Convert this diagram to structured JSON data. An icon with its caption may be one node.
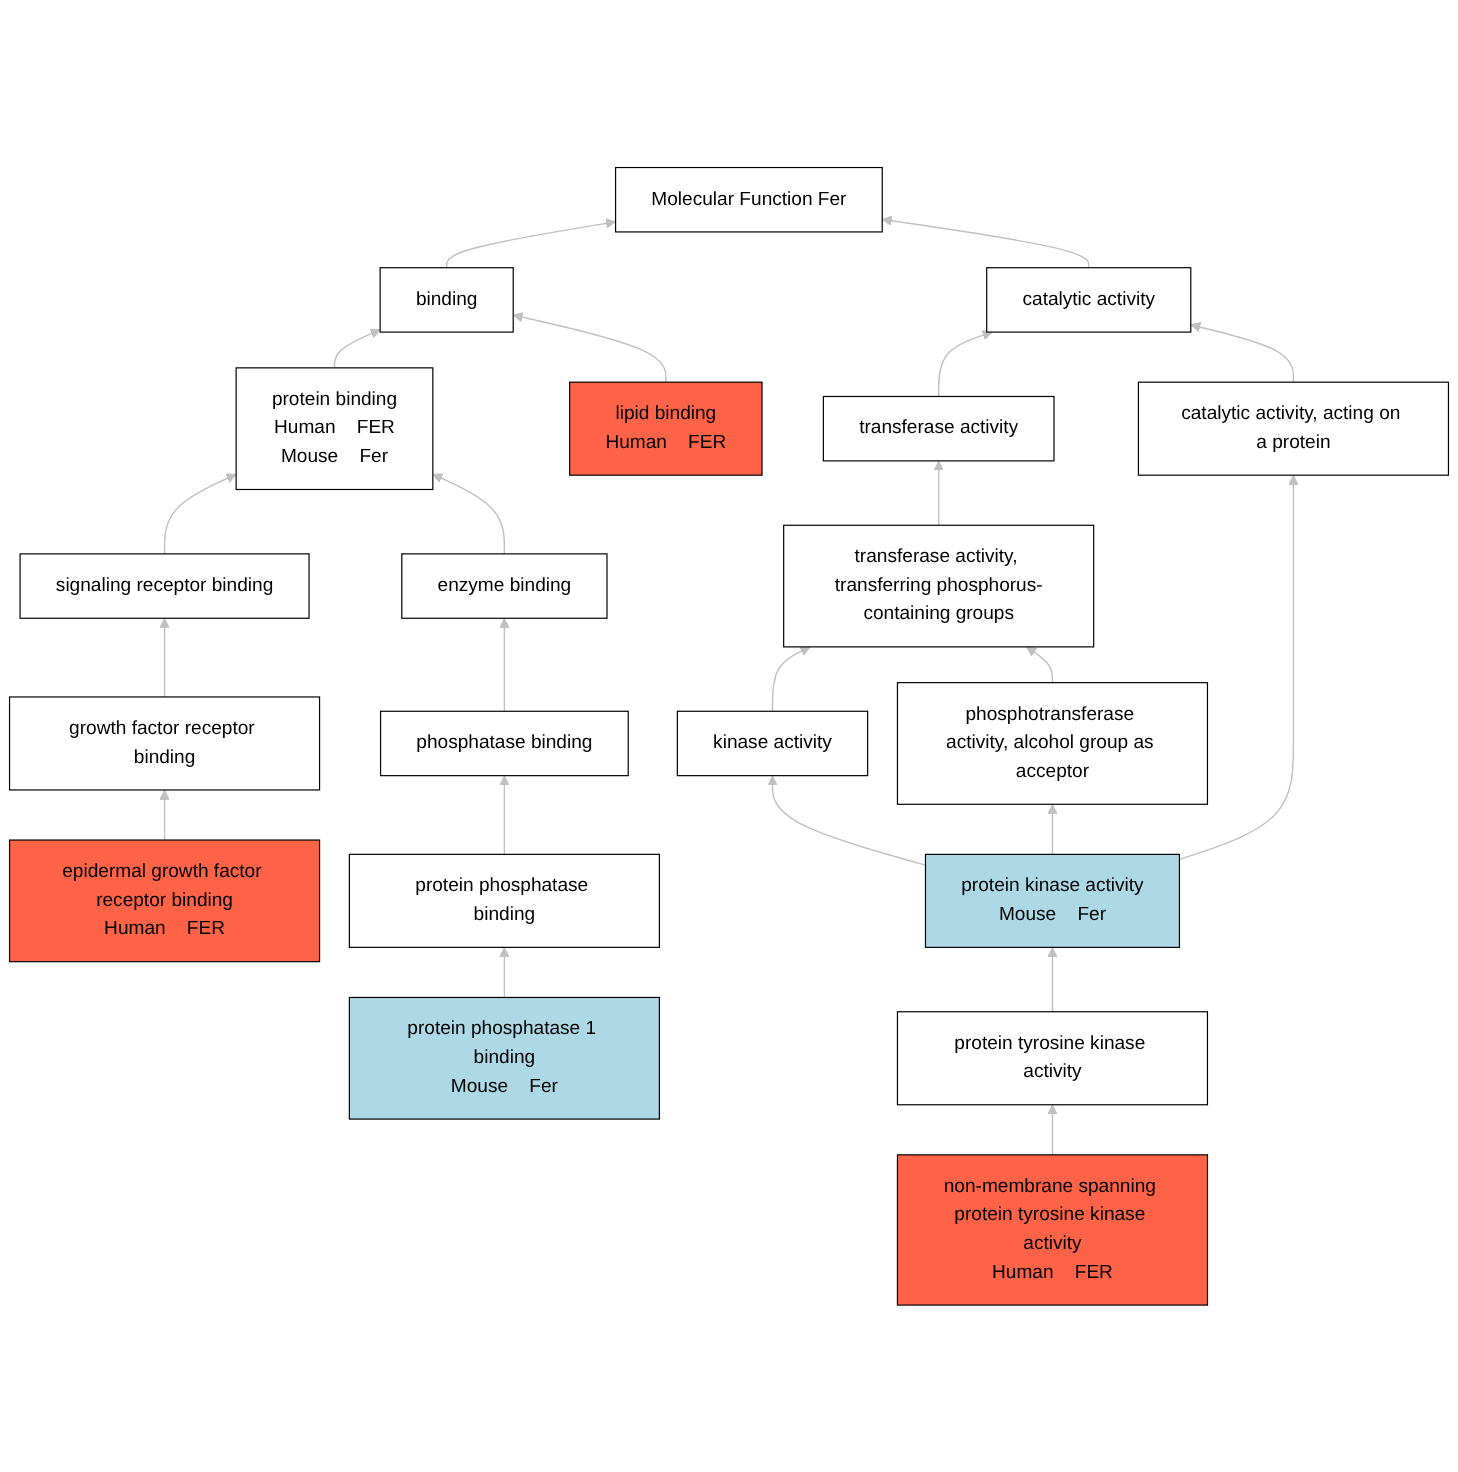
{
  "diagram": {
    "nodes": [
      {
        "text": [
          "Molecular Function Fer"
        ]
      },
      {
        "text": [
          "binding"
        ]
      },
      {
        "text": [
          "catalytic activity"
        ]
      },
      {
        "text": [
          "protein binding",
          "Human",
          "FER",
          "Mouse",
          "Fer"
        ]
      },
      {
        "text": [
          "lipid binding",
          "Human",
          "FER"
        ]
      },
      {
        "text": [
          "transferase activity"
        ]
      },
      {
        "text": [
          "signaling receptor binding"
        ]
      },
      {
        "text": [
          "enzyme binding"
        ]
      },
      {
        "text": [
          "transferase activity, transferring phosphorus-containing groups"
        ]
      },
      {
        "text": [
          "catalytic activity, acting on a protein"
        ]
      },
      {
        "text": [
          "growth factor receptor binding"
        ]
      },
      {
        "text": [
          "phosphatase binding"
        ]
      },
      {
        "text": [
          "kinase activity"
        ]
      },
      {
        "text": [
          "phosphotransferase activity, alcohol group as acceptor"
        ]
      },
      {
        "text": [
          "epidermal growth factor receptor binding",
          "Human",
          "FER"
        ]
      },
      {
        "text": [
          "protein phosphatase binding"
        ]
      },
      {
        "text": [
          "protein kinase activity",
          "Mouse",
          "Fer"
        ]
      },
      {
        "text": [
          "protein phosphatase 1 binding",
          "Mouse",
          "Fer"
        ]
      },
      {
        "text": [
          "protein tyrosine kinase activity"
        ]
      },
      {
        "text": [
          "non-membrane spanning protein tyrosine kinase activity",
          "Human",
          "FER"
        ]
      }
    ],
    "edges": [
      {
        "from": 1,
        "to": 0,
        "arrow": "to"
      },
      {
        "from": 2,
        "to": 0,
        "arrow": "to"
      },
      {
        "from": 3,
        "to": 1,
        "arrow": "to"
      },
      {
        "from": 4,
        "to": 1,
        "arrow": "to"
      },
      {
        "from": 5,
        "to": 2,
        "arrow": "to"
      },
      {
        "from": 9,
        "to": 2,
        "arrow": "to"
      },
      {
        "from": 6,
        "to": 3,
        "arrow": "to"
      },
      {
        "from": 7,
        "to": 3,
        "arrow": "to"
      },
      {
        "from": 8,
        "to": 5,
        "arrow": "to"
      },
      {
        "from": 10,
        "to": 6,
        "arrow": "to"
      },
      {
        "from": 11,
        "to": 7,
        "arrow": "to"
      },
      {
        "from": 12,
        "to": 8,
        "arrow": "to"
      },
      {
        "from": 13,
        "to": 8,
        "arrow": "to"
      },
      {
        "from": 14,
        "to": 10,
        "arrow": "to"
      },
      {
        "from": 15,
        "to": 11,
        "arrow": "to"
      },
      {
        "from": 16,
        "to": 12,
        "arrow": "to"
      },
      {
        "from": 16,
        "to": 13,
        "arrow": "to"
      },
      {
        "from": 16,
        "to": 9,
        "arrow": "to"
      },
      {
        "from": 17,
        "to": 15,
        "arrow": "to"
      },
      {
        "from": 18,
        "to": 16,
        "arrow": "to"
      },
      {
        "from": 19,
        "to": 18,
        "arrow": "to"
      }
    ]
  }
}
